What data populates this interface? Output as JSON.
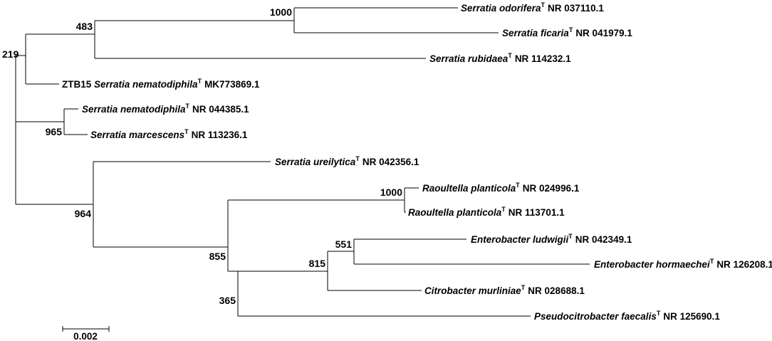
{
  "leaves": [
    {
      "id": "L1",
      "prefix": "",
      "name": "Serratia odorifera",
      "sup": "T",
      "accession": "NR 037110.1"
    },
    {
      "id": "L2",
      "prefix": "",
      "name": "Serratia ficaria",
      "sup": "T",
      "accession": "NR 041979.1"
    },
    {
      "id": "L3",
      "prefix": "",
      "name": "Serratia rubidaea",
      "sup": "T",
      "accession": "NR 114232.1"
    },
    {
      "id": "L4",
      "prefix": "ZTB15 ",
      "name": "Serratia nematodiphila",
      "sup": "T",
      "accession": "MK773869.1"
    },
    {
      "id": "L5",
      "prefix": "",
      "name": "Serratia nematodiphila",
      "sup": "T",
      "accession": "NR 044385.1"
    },
    {
      "id": "L6",
      "prefix": "",
      "name": "Serratia marcescens",
      "sup": "T",
      "accession": "NR 113236.1"
    },
    {
      "id": "L7",
      "prefix": "",
      "name": "Serratia ureilytica",
      "sup": "T",
      "accession": "NR 042356.1"
    },
    {
      "id": "L8",
      "prefix": "",
      "name": "Raoultella planticola",
      "sup": "T",
      "accession": "NR 024996.1"
    },
    {
      "id": "L9",
      "prefix": "",
      "name": "Raoultella planticola",
      "sup": "T",
      "accession": "NR 113701.1"
    },
    {
      "id": "L10",
      "prefix": "",
      "name": "Enterobacter ludwigii",
      "sup": "T",
      "accession": "NR 042349.1"
    },
    {
      "id": "L11",
      "prefix": "",
      "name": "Enterobacter hormaechei",
      "sup": "T",
      "accession": "NR 126208.1"
    },
    {
      "id": "L12",
      "prefix": "",
      "name": "Citrobacter murliniae",
      "sup": "T",
      "accession": "NR 028688.1"
    },
    {
      "id": "L13",
      "prefix": "",
      "name": "Pseudocitrobacter faecalis",
      "sup": "T",
      "accession": "NR 125690.1"
    }
  ],
  "bootstrap_values": [
    {
      "node": "odorifera-ficaria",
      "value": "1000"
    },
    {
      "node": "rubidaea-clade",
      "value": "483"
    },
    {
      "node": "upper-serratia",
      "value": "219"
    },
    {
      "node": "nematodiphila-marcescens",
      "value": "965"
    },
    {
      "node": "ureilytica-enterobacteria",
      "value": "964"
    },
    {
      "node": "raoultella",
      "value": "1000"
    },
    {
      "node": "raoultella-enterobacter",
      "value": "855"
    },
    {
      "node": "enterobacter",
      "value": "551"
    },
    {
      "node": "enterobacter-citrobacter",
      "value": "815"
    },
    {
      "node": "pseudocitrobacter-clade",
      "value": "365"
    }
  ],
  "scale_bar": {
    "label": "0.002"
  }
}
